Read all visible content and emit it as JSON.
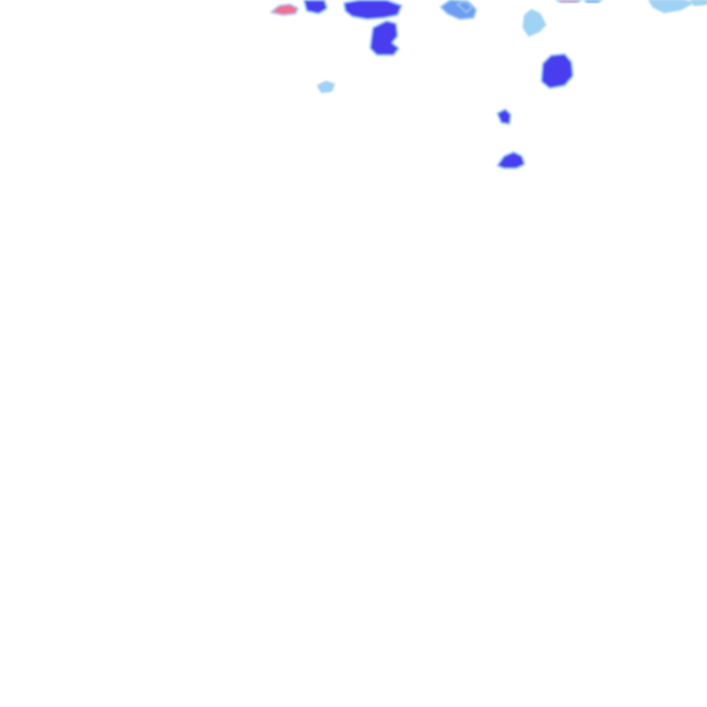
{
  "map": {
    "type": "precipitation-radar-overlay",
    "background_color": "#ffffff",
    "intensity_colors": {
      "light": "#9fd2f5",
      "medium": "#6e9cf2",
      "heavy": "#4a3cf0",
      "intense": "#ee6f96"
    },
    "echo_intensities": [
      "intense",
      "heavy",
      "heavy",
      "heavy",
      "light",
      "medium",
      "light",
      "intense",
      "medium",
      "light",
      "heavy",
      "light",
      "heavy",
      "medium",
      "heavy"
    ]
  }
}
